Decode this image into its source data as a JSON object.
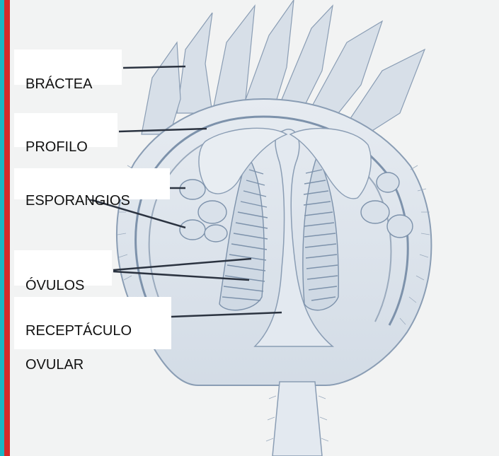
{
  "labels": {
    "bractea": "BRÁCTEA",
    "profilo": "PROFILO",
    "esporangios": "ESPORANGIOS",
    "ovulos": "ÓVULOS",
    "receptaculo_line1": "RECEPTÁCULO",
    "receptaculo_line2": "OVULAR"
  },
  "colors": {
    "background": "#f2f3f3",
    "illustration_stroke": "#8a9db4",
    "illustration_fill": "#dde4ec",
    "leader_line": "#2b3340",
    "label_box": "#ffffff",
    "edge_strip_cyan": "#19b5c4",
    "edge_strip_red": "#d42a2a"
  }
}
